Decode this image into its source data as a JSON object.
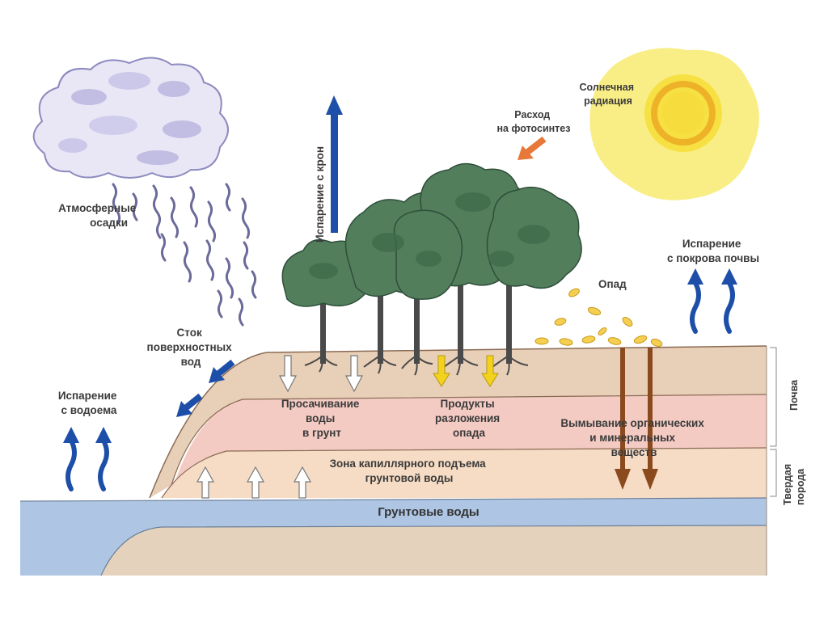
{
  "labels": {
    "precipitation": [
      "Атмосферные",
      "осадки"
    ],
    "crown_evaporation": "Испарение с крон",
    "photosynthesis": [
      "Расход",
      "на фотосинтез"
    ],
    "solar": [
      "Солнечная",
      "радиация"
    ],
    "soil_evaporation": [
      "Испарение",
      "с покрова почвы"
    ],
    "litter": "Опад",
    "runoff": [
      "Сток",
      "поверхностных",
      "вод"
    ],
    "water_evaporation": [
      "Испарение",
      "с водоема"
    ],
    "infiltration": [
      "Просачивание",
      "воды",
      "в грунт"
    ],
    "decomposition": [
      "Продукты",
      "разложения",
      "опада"
    ],
    "leaching": [
      "Вымывание органических",
      "и минеральных",
      "веществ"
    ],
    "capillary": [
      "Зона капиллярного подъема",
      "грунтовой воды"
    ],
    "groundwater": "Грунтовые воды",
    "soil": "Почва",
    "bedrock": [
      "Твердая",
      "порода"
    ]
  },
  "colors": {
    "cloud": "#b9b6e0",
    "sun": "#f7e24a",
    "sun_core": "#f2b62a",
    "blue_arrow": "#1e4fa8",
    "orange_arrow": "#e8773a",
    "brown_arrow": "#8a4a1e",
    "yellow_arrow": "#f2d21c",
    "soil_top": "#e6cbb3",
    "soil_pink": "#f2c9c2",
    "capillary_zone": "#f6dcc4",
    "groundwater": "#a9c3e2",
    "bedrock": "#e2cfb8",
    "tree_crown": "#4f7d5a",
    "trunk": "#4a4a4a",
    "leaves": "#f4cf52"
  }
}
